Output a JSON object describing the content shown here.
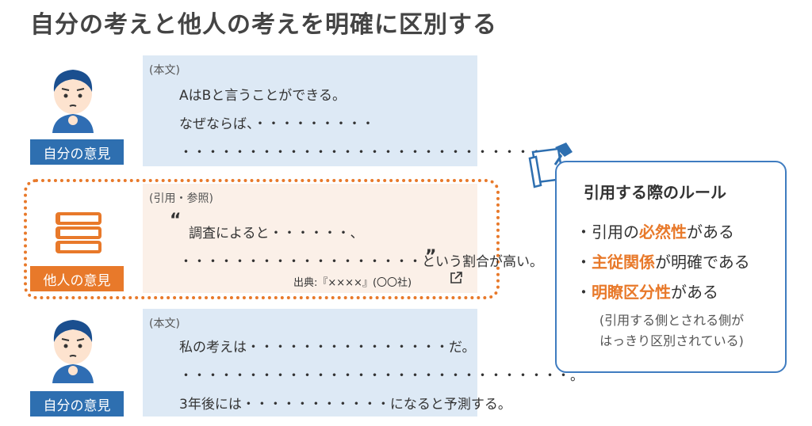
{
  "title": "自分の考えと他人の考えを明確に区別する",
  "sections": [
    {
      "label": "自分の意見",
      "heading": "(本文)",
      "lines": [
        "AはBと言うことができる。",
        "なぜならば、・・・・・・・・・",
        "・・・・・・・・・・・・・・・・・・・・・・・・・・・・。"
      ]
    },
    {
      "label": "他人の意見",
      "heading": "(引用・参照)",
      "quote_open": "“",
      "quote_close": "”",
      "lines": [
        "調査によると・・・・・・、",
        "・・・・・・・・・・・・・・・・・・という割合が高い。"
      ],
      "source": "出典:『××××』(〇〇社)"
    },
    {
      "label": "自分の意見",
      "heading": "(本文)",
      "lines": [
        "私の考えは・・・・・・・・・・・・・・・だ。",
        "・・・・・・・・・・・・・・・・・・・・・・・・・・・・・。",
        "3年後には・・・・・・・・・・・になると予測する。"
      ]
    }
  ],
  "rules": {
    "title": "引用する際のルール",
    "items": [
      {
        "prefix": "・引用の",
        "accent": "必然性",
        "suffix": "がある"
      },
      {
        "prefix": "・",
        "accent": "主従関係",
        "suffix": "が明確である"
      },
      {
        "prefix": "・",
        "accent": "明瞭区分性",
        "suffix": "がある"
      }
    ],
    "note_lines": [
      "(引用する側とされる側が",
      "はっきり区別されている)"
    ]
  },
  "colors": {
    "blue": "#2e6fb0",
    "orange": "#e8792a",
    "panel_blue": "#dde9f5",
    "panel_orange": "#fbf0e8"
  },
  "icons": [
    "thinking-person-icon",
    "book-stack-icon",
    "pinned-memo-icon",
    "external-link-icon"
  ]
}
